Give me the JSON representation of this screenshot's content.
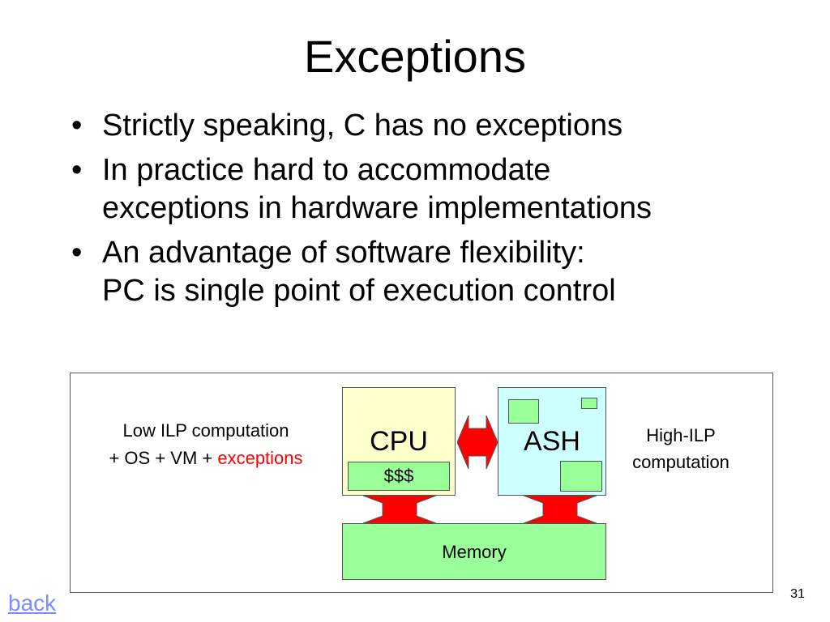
{
  "slide": {
    "title": "Exceptions",
    "bullets": [
      {
        "marker": "•",
        "lines": [
          "Strictly speaking, C has no exceptions"
        ]
      },
      {
        "marker": "•",
        "lines": [
          "In practice hard to accommodate",
          "exceptions in hardware implementations"
        ]
      },
      {
        "marker": "•",
        "lines": [
          "An advantage of software flexibility:",
          "PC is single point of execution control"
        ]
      }
    ],
    "page_number": "31",
    "back_link": "back"
  },
  "diagram": {
    "left_caption": {
      "line1": "Low ILP computation",
      "line2_prefix": "+ OS + VM + ",
      "line2_highlight": "exceptions"
    },
    "right_caption": {
      "line1": "High-ILP",
      "line2": "computation"
    },
    "cpu": {
      "label": "CPU",
      "cache_label": "$$$"
    },
    "ash": {
      "label": "ASH"
    },
    "memory": {
      "label": "Memory"
    }
  },
  "colors": {
    "cpu_fill": "#ffffcc",
    "ash_fill": "#ccffff",
    "memory_fill": "#99ff99",
    "arrow_fill": "#ff0000",
    "highlight_text": "#ff0000",
    "link": "#7a8cff"
  }
}
